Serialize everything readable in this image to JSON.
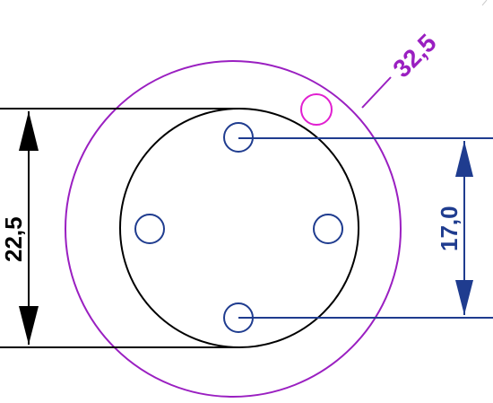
{
  "diagram": {
    "labels": {
      "outer_diameter": "32,5",
      "inner_diameter": "22,5",
      "hole_spacing": "17,0"
    },
    "colors": {
      "background": "#ffffff",
      "outer_circle": "#9a1fc1",
      "outer_label": "#9a1fc1",
      "inner_circle": "#000000",
      "black_dimension": "#000000",
      "holes": "#1f3c8f",
      "blue_dimension": "#1f3c8f",
      "small_circle": "#e11fd0"
    }
  }
}
